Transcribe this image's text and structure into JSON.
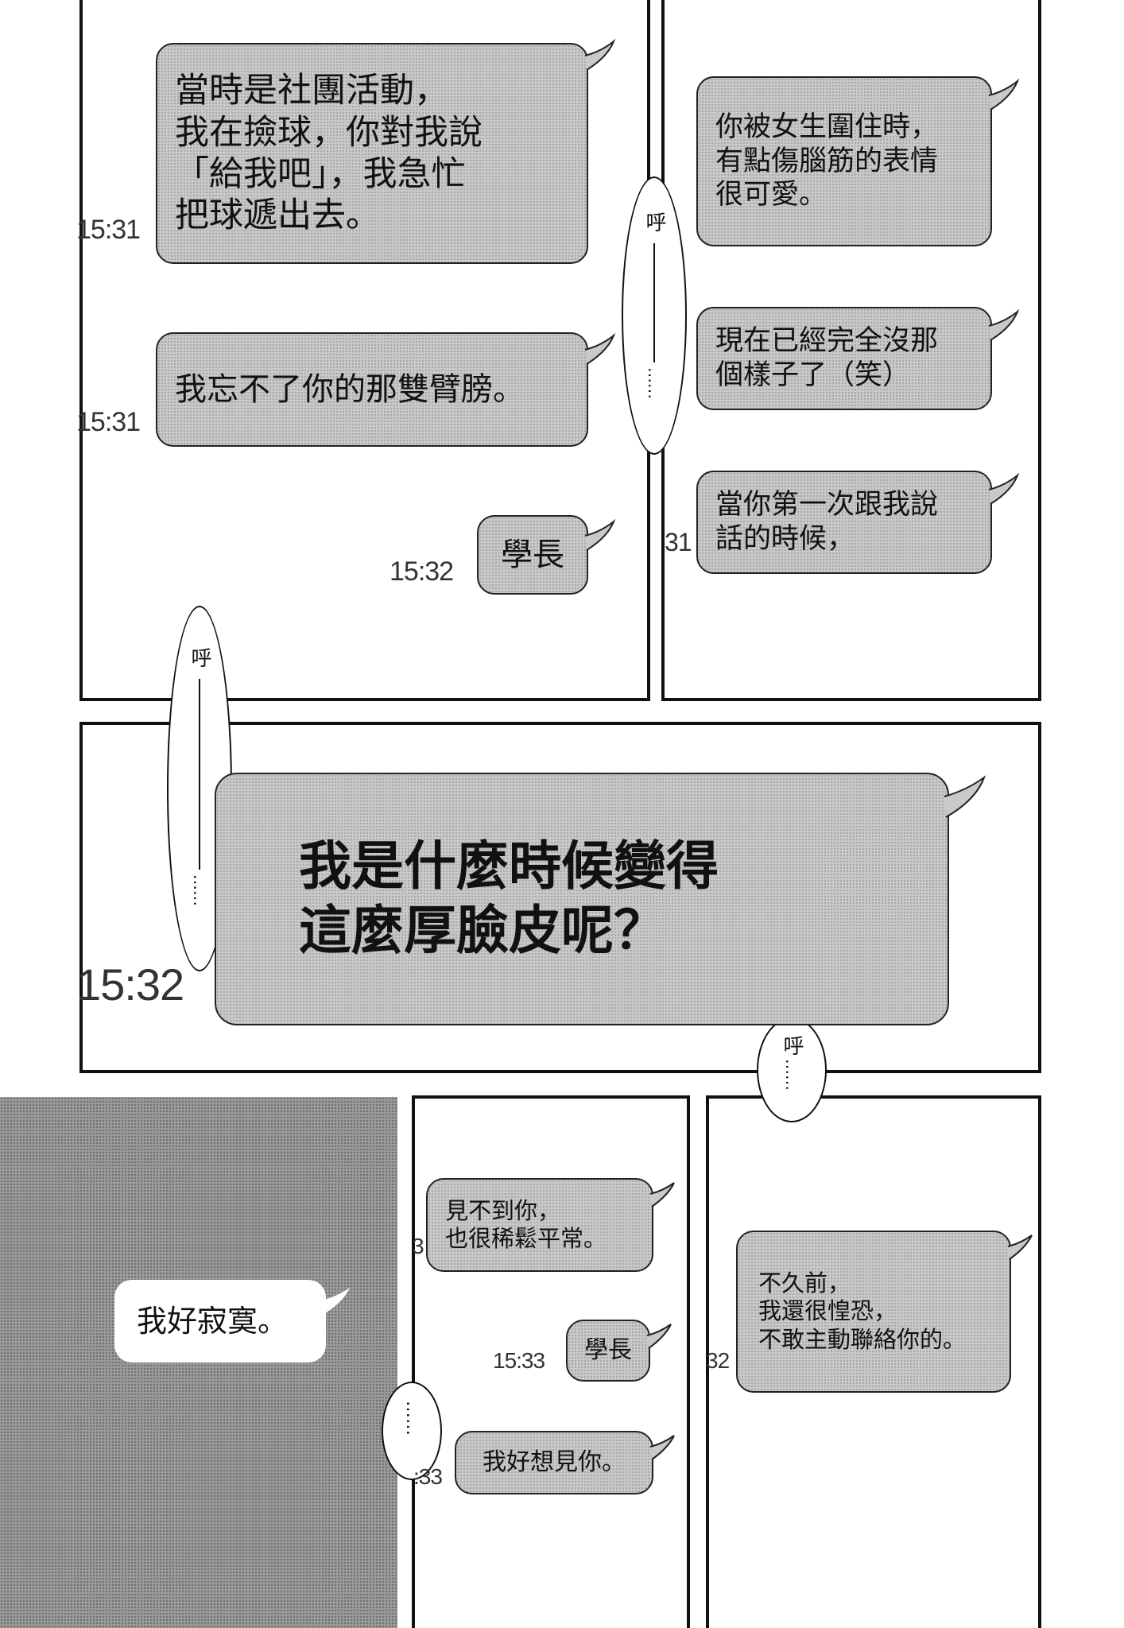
{
  "colors": {
    "ink": "#111111",
    "bubble": "#c9c9c9",
    "screentone": "#9a9a9a"
  },
  "top_left": {
    "b1": {
      "text": "當時是社團活動，\n我在撿球，你對我說\n「給我吧」，我急忙\n把球遞出去。",
      "time": "15:31"
    },
    "b2": {
      "text": "我忘不了你的那雙臂膀。",
      "time": "15:31"
    },
    "b3": {
      "text": "學長",
      "time": "15:32"
    }
  },
  "top_right": {
    "b1": {
      "text": "你被女生圍住時，\n有點傷腦筋的表情\n很可愛。"
    },
    "b2": {
      "text": "現在已經完全沒那\n個樣子了（笑）"
    },
    "b3": {
      "text": "當你第一次跟我說\n話的時候，",
      "time_fragment": "31"
    }
  },
  "sighs": {
    "s1": "呼",
    "s2": "呼",
    "s3": "呼",
    "dots": "……",
    "dots_small": "……",
    "dots_left": "……"
  },
  "middle": {
    "text": "我是什麼時候變得\n這麼厚臉皮呢？",
    "time": "15:32"
  },
  "bottom_left": {
    "text": "我好寂寞。"
  },
  "bottom_mid": {
    "b1": {
      "text": "見不到你，\n也很稀鬆平常。",
      "time_fragment": "3"
    },
    "b2": {
      "text": "學長",
      "time": "15:33"
    },
    "b3": {
      "text": "我好想見你。",
      "time_fragment": ":33"
    }
  },
  "bottom_right": {
    "b1": {
      "text": "不久前，\n我還很惶恐，\n不敢主動聯絡你的。",
      "time_fragment": "32"
    }
  }
}
